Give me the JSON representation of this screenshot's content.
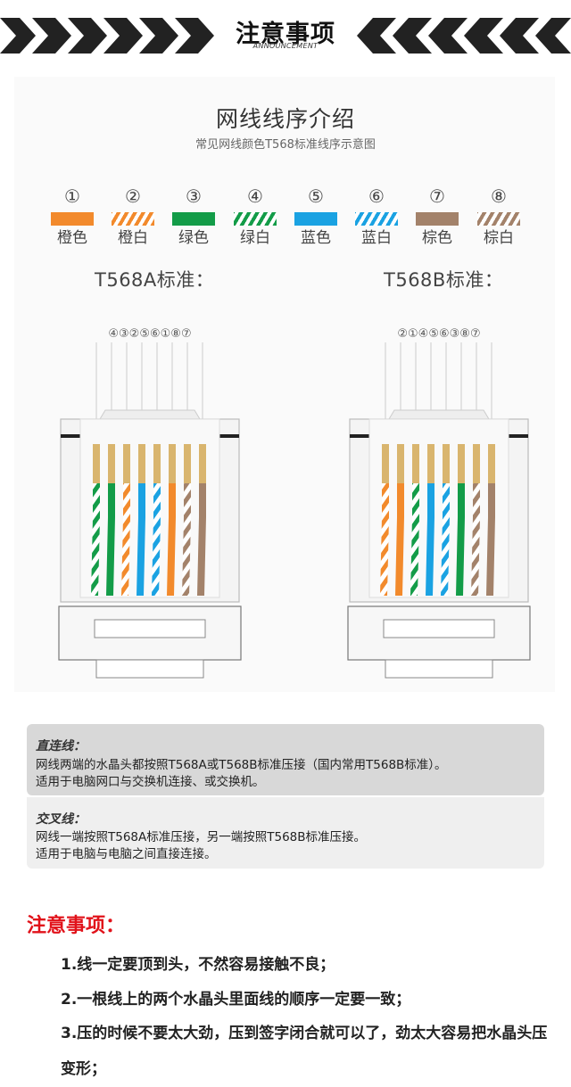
{
  "header": {
    "title": "注意事项",
    "subtitle": "ANNOUNCEMENT"
  },
  "intro": {
    "title": "网线线序介绍",
    "subtitle": "常见网线颜色T568标准线序示意图"
  },
  "legend": [
    {
      "num": "①",
      "name": "橙色",
      "color": "#f28a2c",
      "striped": false
    },
    {
      "num": "②",
      "name": "橙白",
      "color": "#f28a2c",
      "striped": true
    },
    {
      "num": "③",
      "name": "绿色",
      "color": "#139c48",
      "striped": false
    },
    {
      "num": "④",
      "name": "绿白",
      "color": "#139c48",
      "striped": true
    },
    {
      "num": "⑤",
      "name": "蓝色",
      "color": "#1aa2e2",
      "striped": false
    },
    {
      "num": "⑥",
      "name": "蓝白",
      "color": "#1aa2e2",
      "striped": true
    },
    {
      "num": "⑦",
      "name": "棕色",
      "color": "#a3826a",
      "striped": false
    },
    {
      "num": "⑧",
      "name": "棕白",
      "color": "#a3826a",
      "striped": true
    }
  ],
  "standards": {
    "a": {
      "label": "T568A标准：",
      "order": [
        4,
        3,
        2,
        5,
        6,
        1,
        8,
        7
      ],
      "order_text": "④③②⑤⑥①⑧⑦"
    },
    "b": {
      "label": "T568B标准：",
      "order": [
        2,
        1,
        4,
        5,
        6,
        3,
        8,
        7
      ],
      "order_text": "②①④⑤⑥③⑧⑦"
    }
  },
  "notes": {
    "straight": {
      "title": "直连线：",
      "line1": "网线两端的水晶头都按照T568A或T568B标准压接（国内常用T568B标准）。",
      "line2": "适用于电脑网口与交换机连接、或交换机。"
    },
    "crossover": {
      "title": "交叉线：",
      "line1": "网线一端按照T568A标准压接，另一端按照T568B标准压接。",
      "line2": "适用于电脑与电脑之间直接连接。"
    }
  },
  "attention": {
    "heading": "注意事项：",
    "items": [
      "1.线一定要顶到头，不然容易接触不良；",
      "2.一根线上的两个水晶头里面线的顺序一定要一致；",
      "3.压的时候不要太大劲，压到签字闭合就可以了，劲太大容易把水晶头压变形；"
    ]
  },
  "colors": {
    "accent_red": "#e1121a",
    "banner_dark": "#222222",
    "gold_pin": "#d9b56e"
  }
}
